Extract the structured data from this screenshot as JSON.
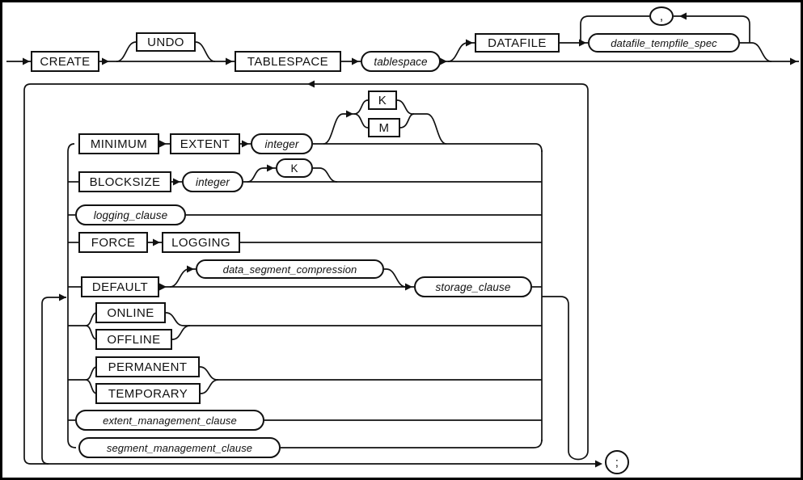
{
  "diagram": {
    "kind": "sql-syntax-railroad-diagram",
    "statement": "CREATE TABLESPACE"
  },
  "colors": {
    "line": "#111111",
    "background": "#ffffff",
    "frame": "#000000"
  },
  "nodes": {
    "create": "CREATE",
    "undo": "UNDO",
    "tablespace_kw": "TABLESPACE",
    "tablespace_param": "tablespace",
    "datafile_kw": "DATAFILE",
    "datafile_tempfile_spec": "datafile_tempfile_spec",
    "comma": ",",
    "minimum": "MINIMUM",
    "extent": "EXTENT",
    "integer1": "integer",
    "unit_k1": "K",
    "unit_m1": "M",
    "blocksize": "BLOCKSIZE",
    "integer2": "integer",
    "unit_k2": "K",
    "logging_clause": "logging_clause",
    "force": "FORCE",
    "logging_kw": "LOGGING",
    "default_kw": "DEFAULT",
    "data_segment_compression": "data_segment_compression",
    "storage_clause": "storage_clause",
    "online": "ONLINE",
    "offline": "OFFLINE",
    "permanent": "PERMANENT",
    "temporary": "TEMPORARY",
    "extent_management_clause": "extent_management_clause",
    "segment_management_clause": "segment_management_clause",
    "semicolon": ";"
  }
}
